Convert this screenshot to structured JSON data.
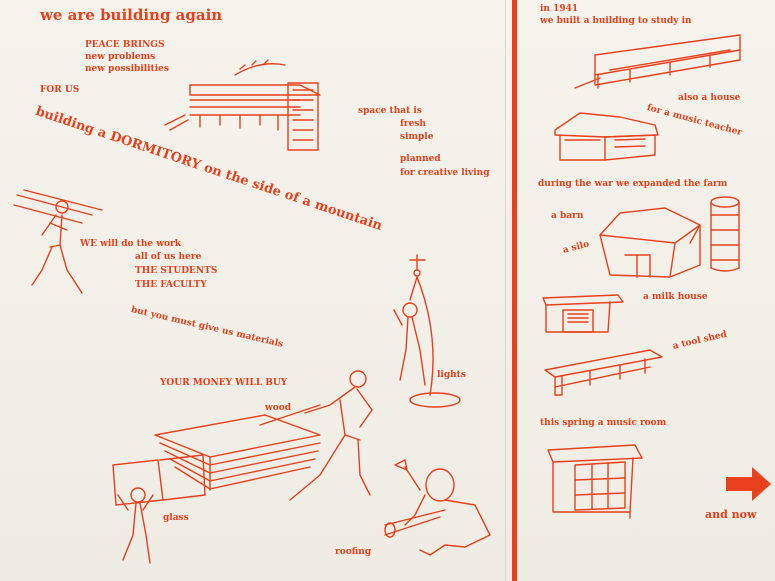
{
  "colors": {
    "ink": "#e8401c",
    "paper": "#f4f1ea"
  },
  "left": {
    "title": "we are building again",
    "peace": [
      "PEACE BRINGS",
      "new problems",
      "new possibilities"
    ],
    "for_us": "FOR US",
    "headline": "building a DORMITORY on the side of a mountain",
    "space": [
      "space that is",
      "fresh",
      "simple"
    ],
    "planned": [
      "planned",
      "for creative living"
    ],
    "work": [
      "WE will do the work",
      "all of us here",
      "THE STUDENTS",
      "THE FACULTY"
    ],
    "materials": "but you must give us materials",
    "money": "YOUR MONEY WILL BUY",
    "items": {
      "wood": "wood",
      "lights": "lights",
      "glass": "glass",
      "roofing": "roofing"
    }
  },
  "right": {
    "year": "in 1941",
    "built": "we built a building to study in",
    "also_house": "also a house",
    "music_teacher": "for a music teacher",
    "war": "during the war we expanded the farm",
    "barn": "a barn",
    "silo": "a silo",
    "milk_house": "a milk house",
    "tool_shed": "a tool shed",
    "spring": "this spring a  music room",
    "and_now": "and now"
  },
  "icons": [
    "dormitory-sketch",
    "worker-carrying-beams",
    "lumber-stack",
    "worker-hauling-board",
    "worker-with-light",
    "worker-carrying-glass",
    "worker-hammering",
    "school-building",
    "music-teacher-house",
    "barn",
    "silo",
    "milk-house",
    "tool-shed",
    "music-room",
    "arrow-right-icon"
  ]
}
